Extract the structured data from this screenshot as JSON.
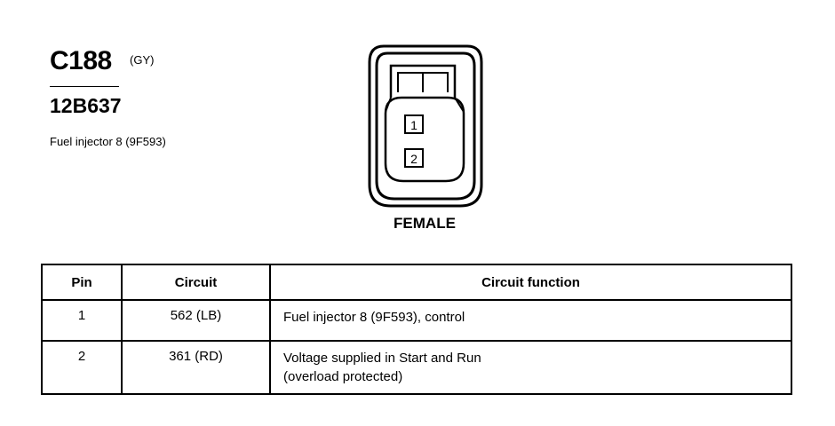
{
  "connector": {
    "code": "C188",
    "color_code": "(GY)",
    "part_number": "12B637",
    "description": "Fuel injector 8 (9F593)",
    "gender": "FEMALE",
    "pin_labels": [
      "1",
      "2"
    ]
  },
  "table": {
    "headers": {
      "pin": "Pin",
      "circuit": "Circuit",
      "function": "Circuit function"
    },
    "rows": [
      {
        "pin": "1",
        "circuit": "562 (LB)",
        "function_lines": [
          "Fuel injector 8 (9F593), control"
        ]
      },
      {
        "pin": "2",
        "circuit": "361 (RD)",
        "function_lines": [
          "Voltage supplied in Start and Run",
          "(overload protected)"
        ]
      }
    ]
  }
}
